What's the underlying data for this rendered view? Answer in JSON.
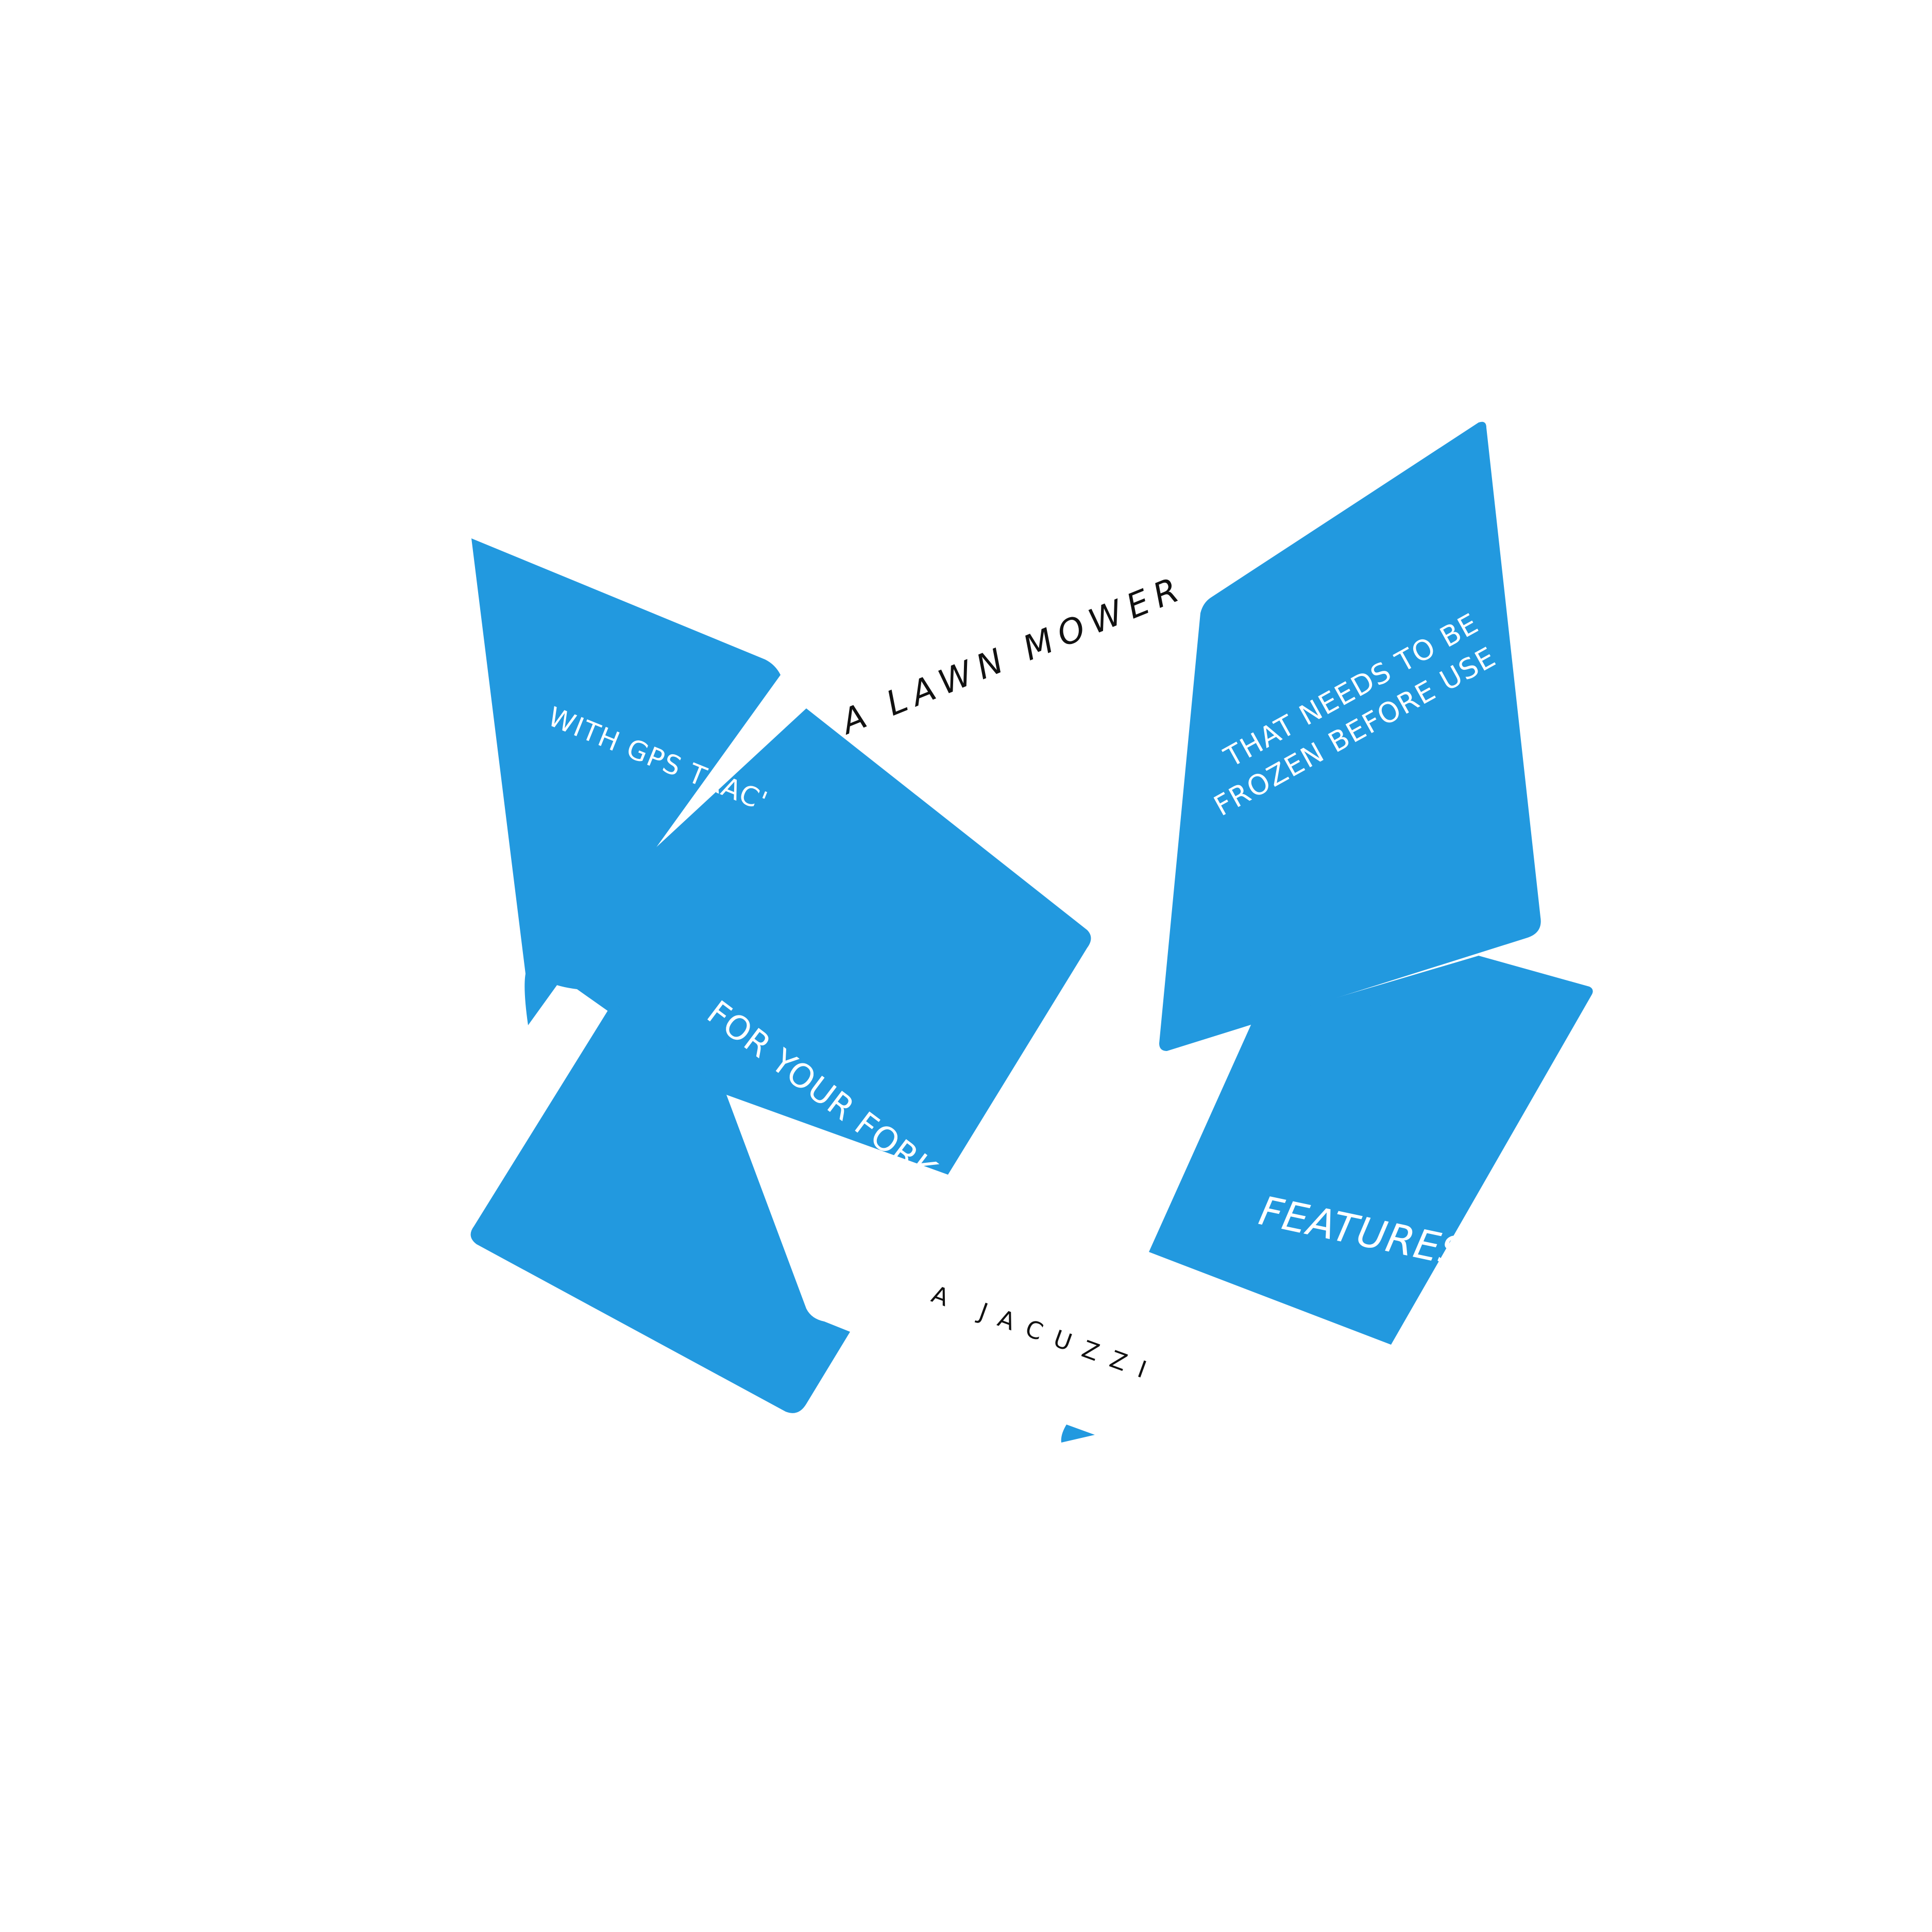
{
  "colors": {
    "background": "#ffffff",
    "shape_fill": "#2299df",
    "light_text": "#ffffff",
    "dark_text": "#111111"
  },
  "texts": {
    "with_gps": "WITH GPS TRAC'",
    "lawn_mower": "A LAWN MOWER",
    "needs_frozen_line1": "THAT NEEDS TO BE",
    "needs_frozen_line2": "FROZEN BEFORE USE",
    "for_your_fork": "FOR YOUR FORK",
    "features": "FEATURES",
    "jacuzzi": "A JACUZZI"
  }
}
